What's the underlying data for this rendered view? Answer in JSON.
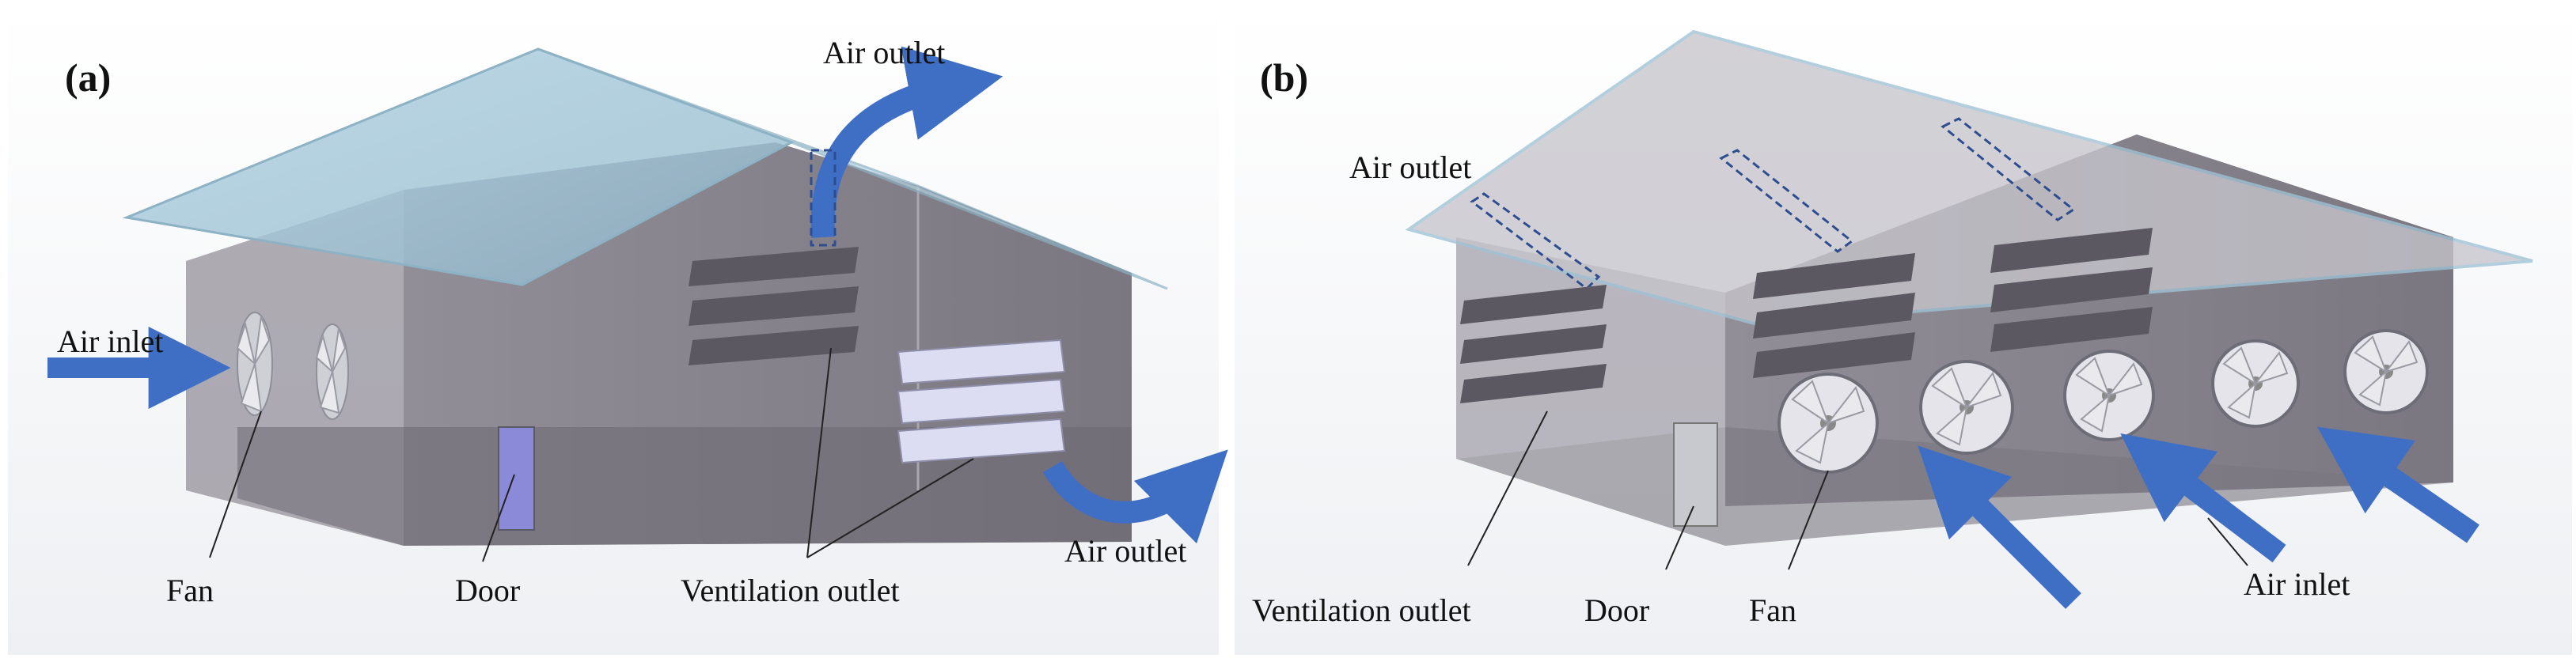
{
  "panels": [
    {
      "id": "a",
      "label": "(a)",
      "callouts": {
        "air_outlet_top": "Air outlet",
        "air_inlet": "Air inlet",
        "air_outlet_bottom": "Air outlet",
        "fan": "Fan",
        "door": "Door",
        "ventilation_outlet": "Ventilation outlet"
      }
    },
    {
      "id": "b",
      "label": "(b)",
      "callouts": {
        "air_outlet": "Air outlet",
        "ventilation_outlet": "Ventilation outlet",
        "door": "Door",
        "fan": "Fan",
        "air_inlet": "Air inlet"
      }
    }
  ],
  "colors": {
    "wall": "#8b8791",
    "wall_dark": "#6f6b75",
    "roof": "#9fc3d6",
    "arrow": "#3f6fc4",
    "louver": "#5b5862",
    "louver_light": "#dcdcf2"
  }
}
